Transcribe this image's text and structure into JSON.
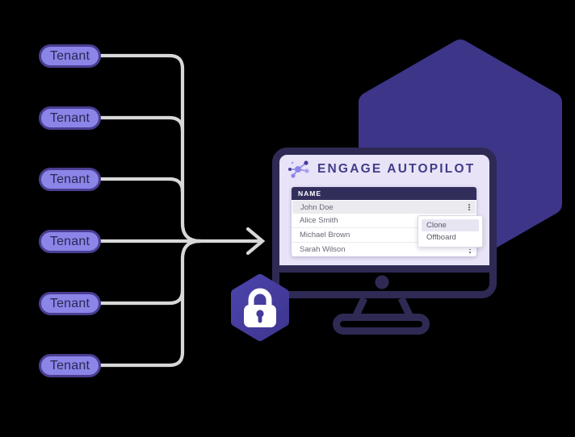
{
  "tenants": [
    "Tenant",
    "Tenant",
    "Tenant",
    "Tenant",
    "Tenant",
    "Tenant"
  ],
  "monitor": {
    "title": "ENGAGE AUTOPILOT",
    "table": {
      "header": "NAME",
      "rows": [
        "John Doe",
        "Alice Smith",
        "Michael Brown",
        "Sarah Wilson"
      ]
    },
    "menu": {
      "items": [
        "Clone",
        "Offboard"
      ]
    }
  },
  "icons": {
    "network": "network-icon",
    "lock": "lock-icon",
    "kebab": "kebab-menu-icon",
    "arrow": "flow-arrow"
  },
  "colors": {
    "background": "#000000",
    "pill_fill": "#8B85E8",
    "pill_border": "#4A3E92",
    "pill_text": "#2B2654",
    "connector_gray": "#D8D8D8",
    "hexagon_indigo": "#3D3588",
    "monitor_navy": "#2E2A54",
    "screen_lavender": "#E9E3F8",
    "title_indigo": "#413C87",
    "table_header_navy": "#322E5C",
    "row_highlight": "#EBEBEF",
    "menu_highlight": "#E8E5F3",
    "lock_hex_purple": "#453C9B"
  }
}
